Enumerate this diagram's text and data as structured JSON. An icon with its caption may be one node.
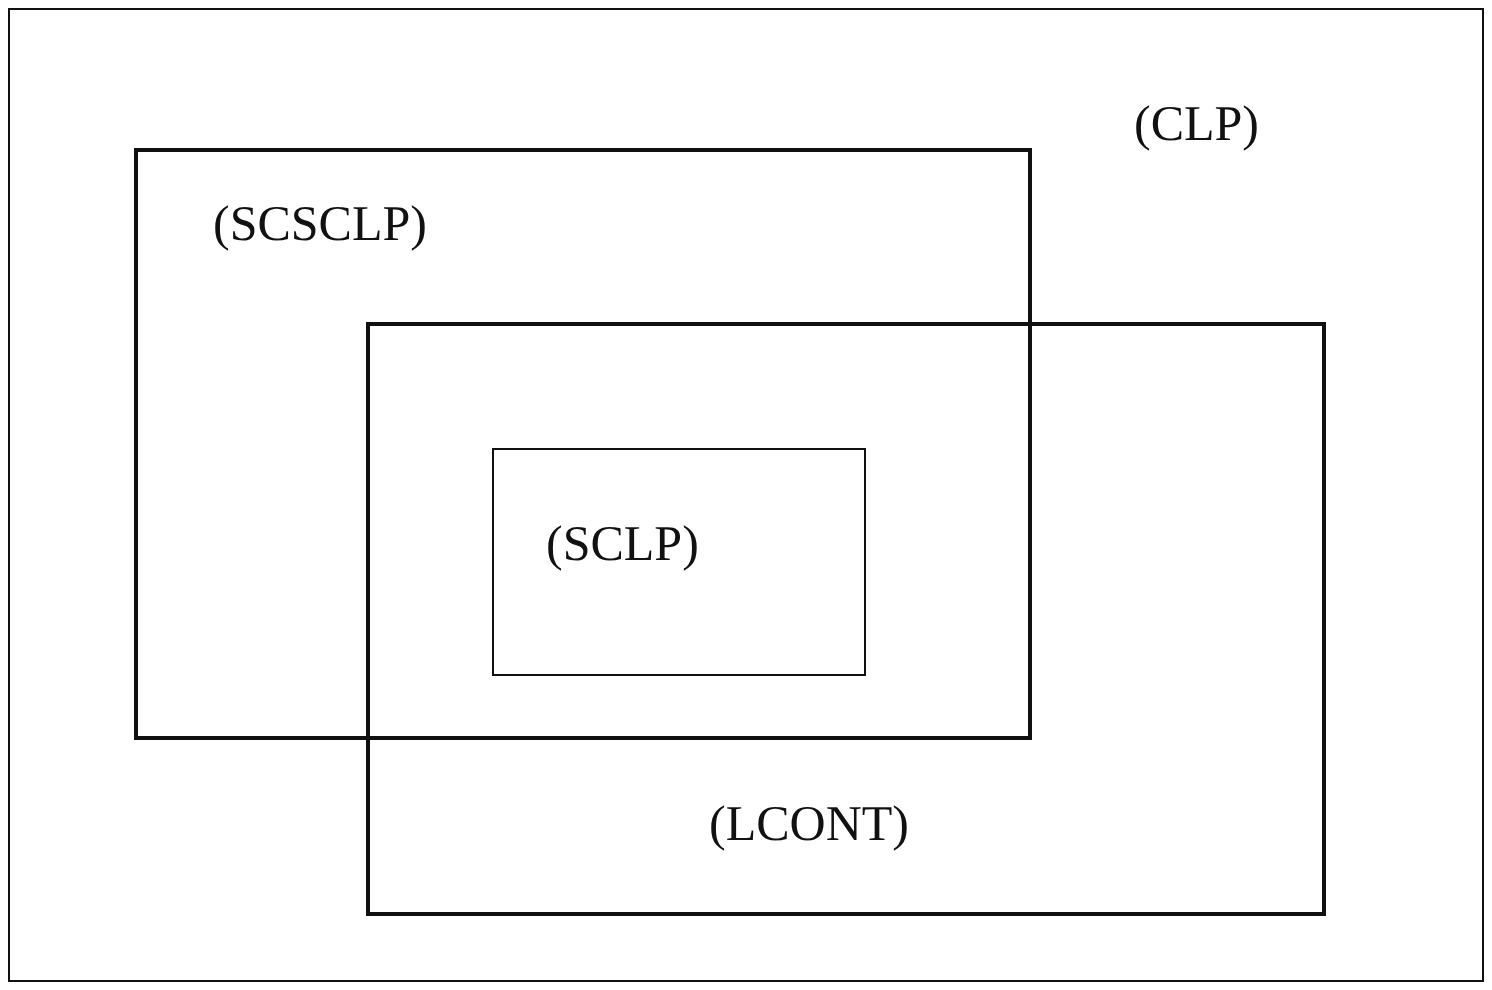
{
  "diagram": {
    "nodes": [
      {
        "text": [
          "(CLP)"
        ]
      },
      {
        "text": [
          "(SCSCLP)"
        ],
        "in": 0
      },
      {
        "text": [
          "(LCONT)"
        ],
        "in": 0
      },
      {
        "text": [
          "(SCLP)"
        ]
      }
    ]
  }
}
